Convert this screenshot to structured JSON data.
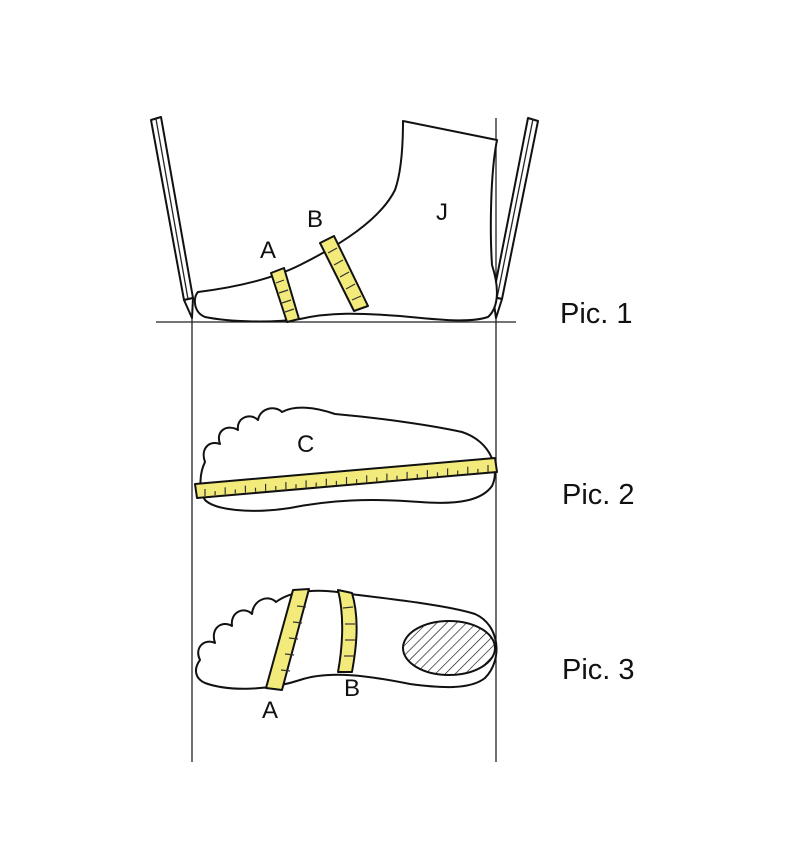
{
  "figure": {
    "labels": {
      "point_a": "A",
      "point_b": "B",
      "point_c": "C",
      "point_j": "J"
    },
    "views": [
      {
        "label": "Pic. 1"
      },
      {
        "label": "Pic. 2"
      },
      {
        "label": "Pic. 3"
      }
    ],
    "colors": {
      "tape": "#f2ea7a",
      "line": "#111111",
      "background": "#ffffff"
    }
  }
}
